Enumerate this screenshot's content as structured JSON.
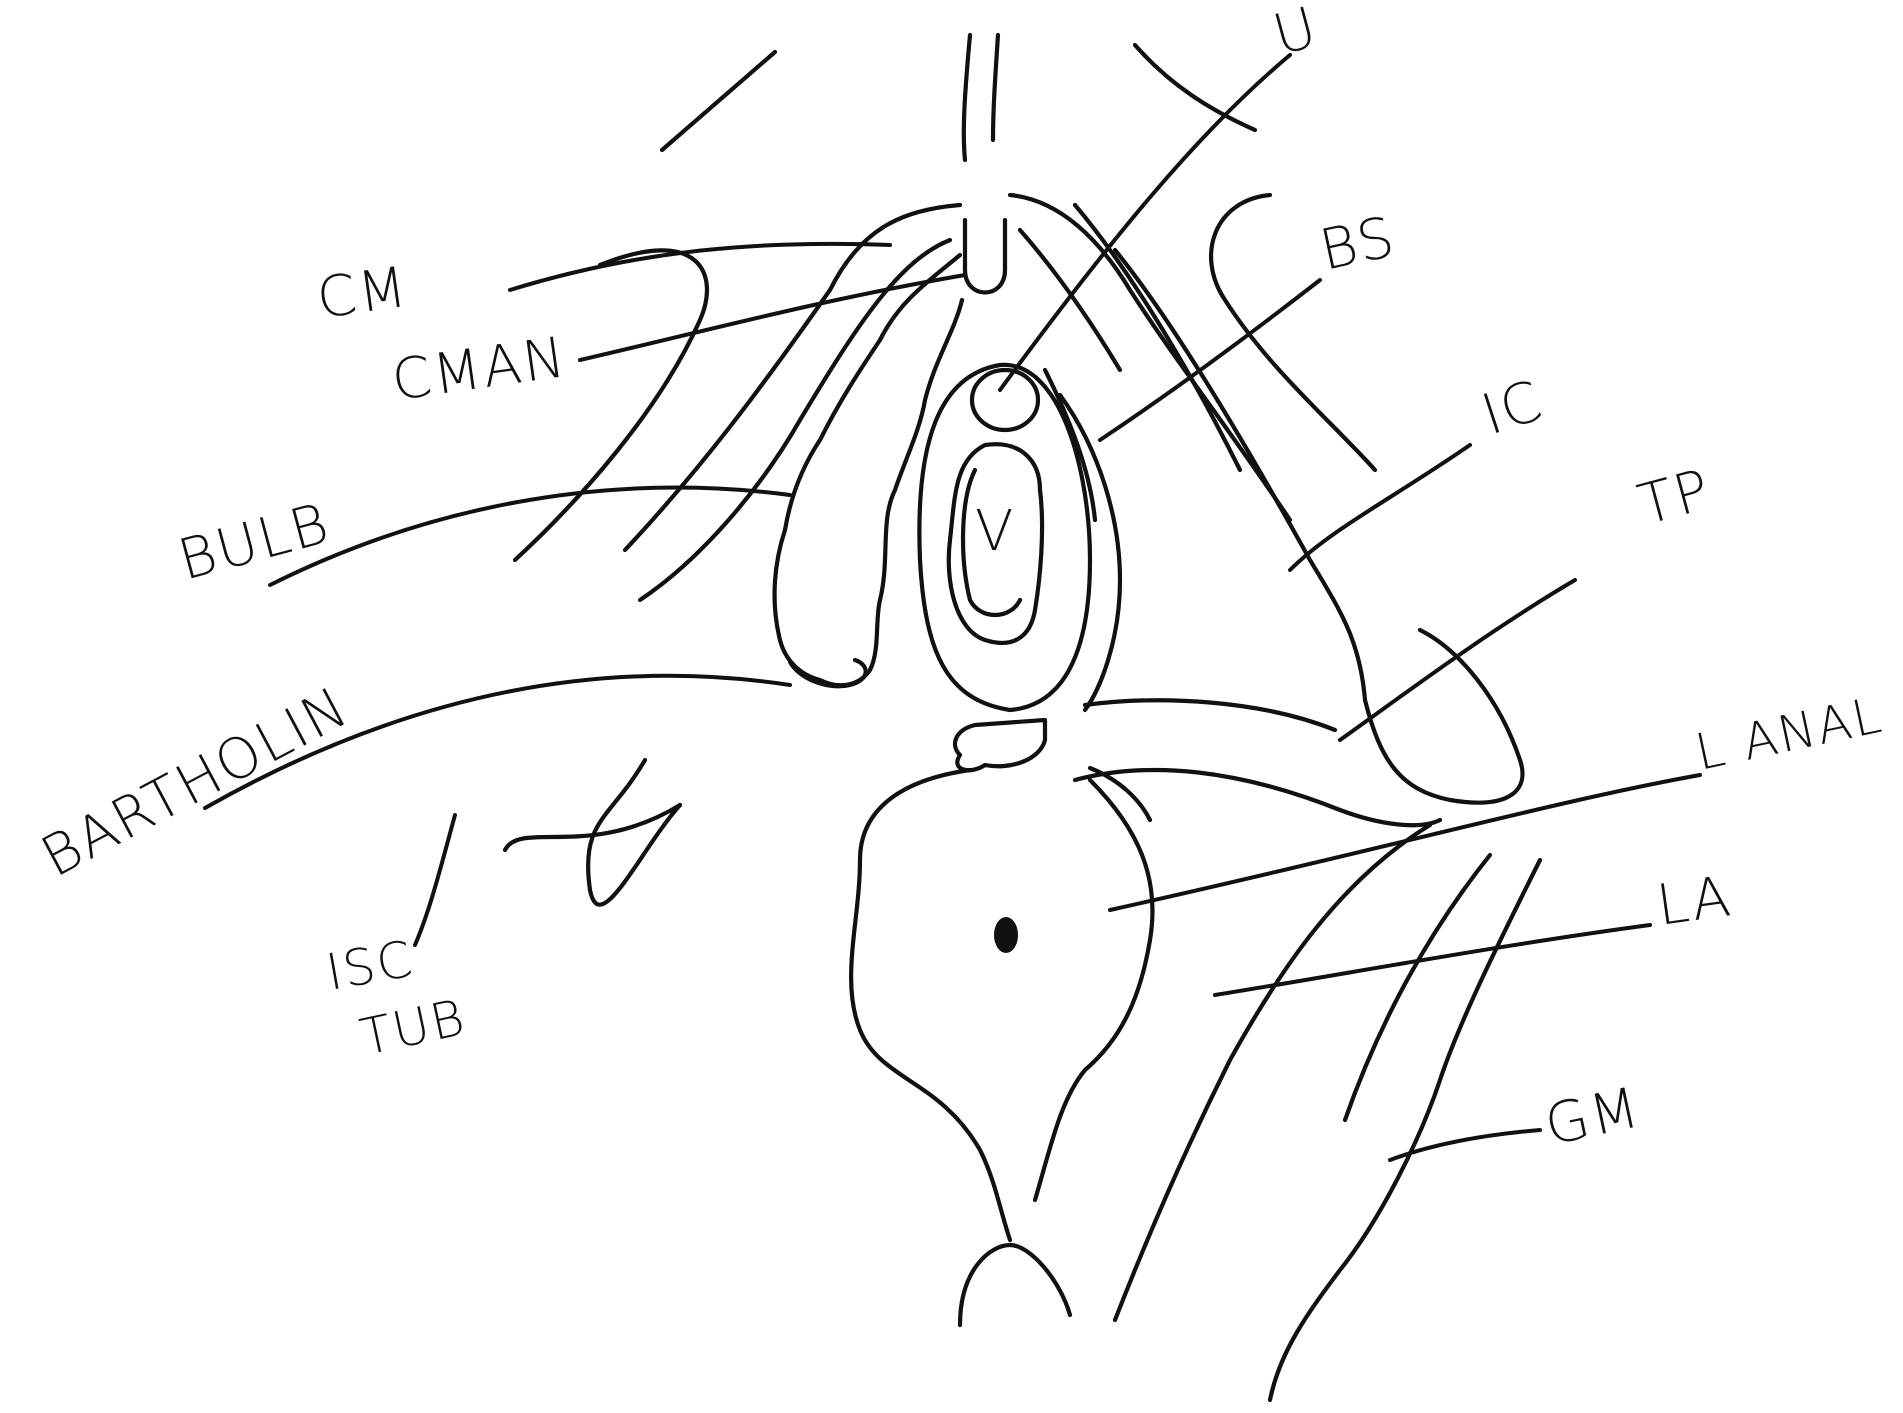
{
  "diagram": {
    "style": "hand-drawn pen sketch on white paper",
    "ink_color": "#111111",
    "background_color": "#ffffff",
    "labels": {
      "cm": "CM",
      "cman": "CMAN",
      "bulb": "BULB",
      "bartholin": "BARTHOLIN",
      "isc_tub_1": "ISC",
      "isc_tub_2": "TUB",
      "u": "U",
      "bs": "BS",
      "ic": "IC",
      "tp": "TP",
      "l_anal": "L ANAL",
      "la": "LA",
      "gm": "GM",
      "v": "V"
    }
  }
}
